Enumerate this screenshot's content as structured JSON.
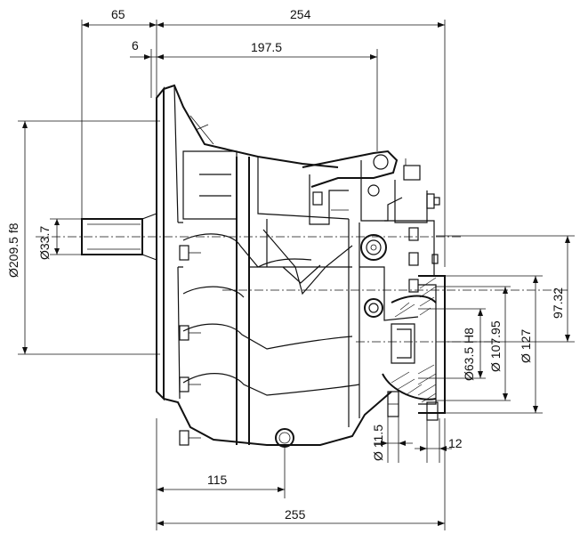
{
  "drawing": {
    "dimensions": {
      "top_65": "65",
      "top_254": "254",
      "top_6": "6",
      "top_197_5": "197.5",
      "left_dia_209_5": "Ø209.5  f8",
      "left_dia_33_7": "Ø33.7",
      "right_97_32": "97.32",
      "right_dia_127": "Ø 127",
      "right_dia_107_95": "Ø 107.95",
      "right_dia_63_5": "Ø63.5  H8",
      "bottom_dia_11_5": "Ø 11.5",
      "bottom_12": "12",
      "bottom_115": "115",
      "bottom_255": "255"
    }
  }
}
